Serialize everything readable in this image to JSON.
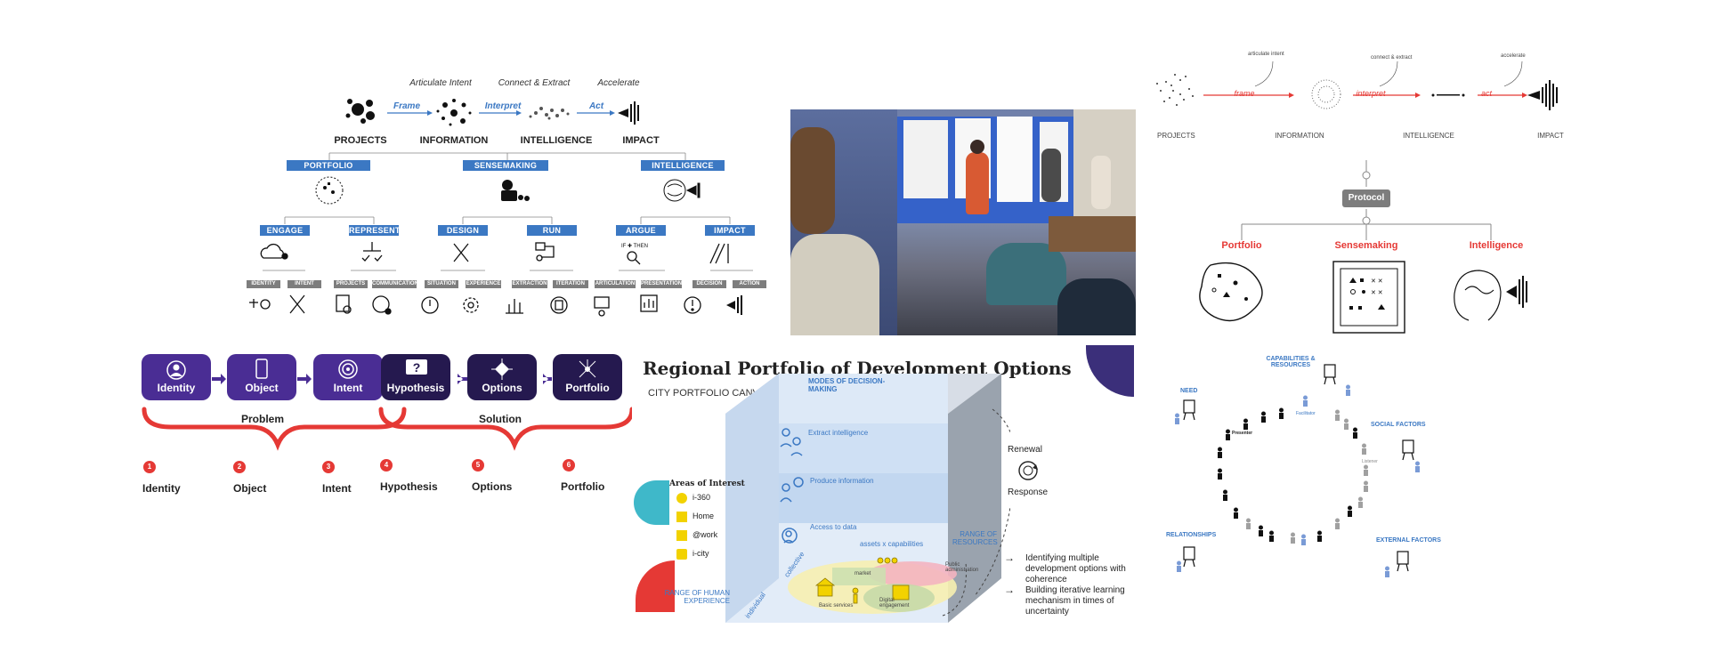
{
  "panel1": {
    "top_labels": [
      "Articulate Intent",
      "Connect & Extract",
      "Accelerate"
    ],
    "arrows": [
      "Frame",
      "Interpret",
      "Act"
    ],
    "stages": [
      "PROJECTS",
      "INFORMATION",
      "INTELLIGENCE",
      "IMPACT"
    ],
    "level2": [
      "PORTFOLIO",
      "SENSEMAKING",
      "INTELLIGENCE"
    ],
    "level3": [
      "ENGAGE",
      "REPRESENT",
      "DESIGN",
      "RUN",
      "ARGUE",
      "IMPACT"
    ],
    "level4": [
      "IDENTITY",
      "INTENT",
      "PROJECTS",
      "COMMUNICATION",
      "SITUATION",
      "EXPERIENCE",
      "EXTRACTION",
      "ITERATION",
      "ARTICULATION",
      "PRESENTATION",
      "DECISION",
      "ACTION"
    ],
    "if_then": "IF ✚ THEN"
  },
  "panel3": {
    "top_notes": [
      "articulate intent",
      "connect & extract",
      "accelerate"
    ],
    "arrows": [
      "frame",
      "interpret",
      "act"
    ],
    "stages": [
      "PROJECTS",
      "INFORMATION",
      "INTELLIGENCE",
      "IMPACT"
    ],
    "protocol": "Protocol",
    "branches": [
      "Portfolio",
      "Sensemaking",
      "Intelligence"
    ]
  },
  "panel4": {
    "steps": [
      "Identity",
      "Object",
      "Intent",
      "Hypothesis",
      "Options",
      "Portfolio"
    ],
    "groups": [
      "Problem",
      "Solution"
    ],
    "numbers": [
      "1",
      "2",
      "3",
      "4",
      "5",
      "6"
    ],
    "bottom_labels": [
      "Identity",
      "Object",
      "Intent",
      "Hypothesis",
      "Options",
      "Portfolio"
    ],
    "colors": {
      "light": "#4a2d94",
      "dark": "#25194f",
      "brace": "#e53935"
    }
  },
  "panel5": {
    "title": "Regional Portfolio of Development Options",
    "subtitle": "CITY PORTFOLIO CANVAS",
    "modes_title": "MODES OF DECISION-MAKING",
    "modes": [
      "Extract intelligence",
      "Produce information",
      "Access to data"
    ],
    "assets_label": "assets x capabilities",
    "range_resources": "RANGE OF RESOURCES",
    "range_human": "RANGE OF HUMAN EXPERIENCE",
    "areas_title": "Areas of Interest",
    "areas": [
      "i-360",
      "Home",
      "@work",
      "i-city"
    ],
    "axis_labels": [
      "collective",
      "individual"
    ],
    "blob_labels": [
      "market",
      "Public administration",
      "Basic services",
      "Digital engagement"
    ],
    "renewal": "Renewal",
    "response": "Response",
    "notes": [
      "Identifying multiple development options with coherence",
      "Building iterative learning mechanism in times of uncertainty"
    ]
  },
  "panel6": {
    "labels": [
      "CAPABILITIES & RESOURCES",
      "NEED",
      "SOCIAL FACTORS",
      "RELATIONSHIPS",
      "EXTERNAL FACTORS"
    ],
    "roles": [
      "Facilitator",
      "Presenter",
      "Listener"
    ]
  }
}
